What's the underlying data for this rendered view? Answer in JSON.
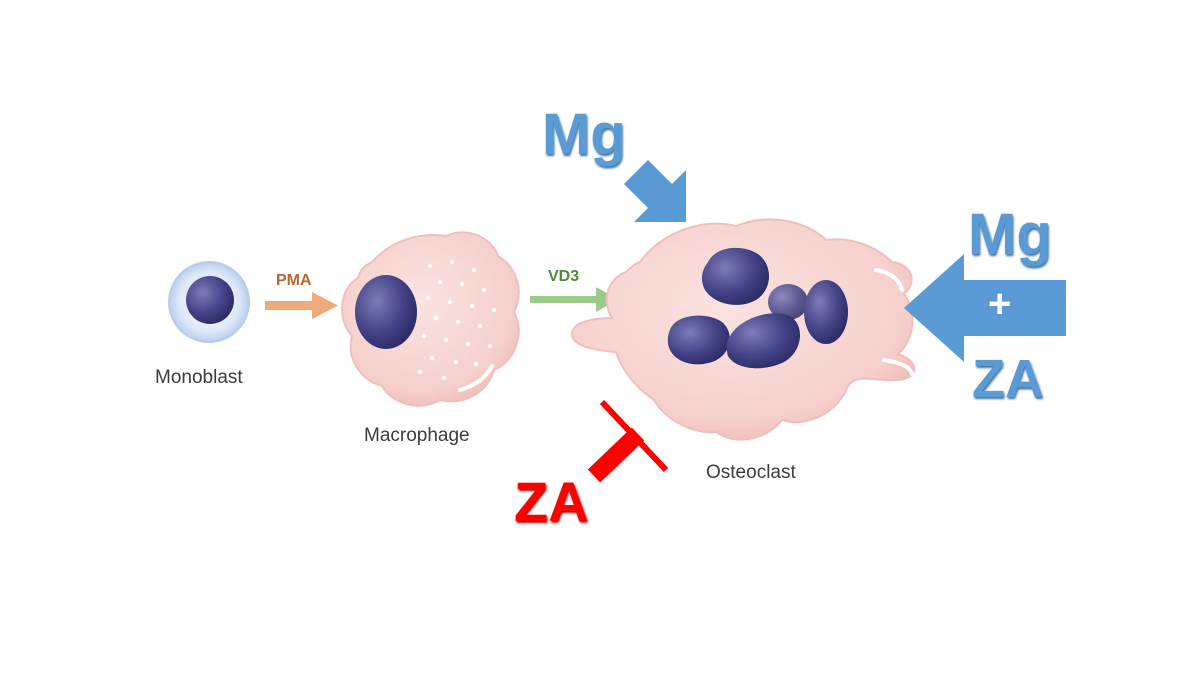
{
  "cells": {
    "monoblast": "Monoblast",
    "macrophage": "Macrophage",
    "osteoclast": "Osteoclast"
  },
  "arrows": {
    "pma": "PMA",
    "vd3": "VD3"
  },
  "treatments": {
    "mg_top": "Mg",
    "mg_right": "Mg",
    "plus": "+",
    "za_right": "ZA",
    "za_inhibit": "ZA"
  },
  "colors": {
    "pma": "#e0915a",
    "pma_text": "#b8672e",
    "vd3": "#8fc07a",
    "vd3_text": "#4f8a3a",
    "mg": "#5b9bd5",
    "za_inhibit": "#ff0000",
    "nucleus": "#3f3f7f",
    "cell_pink": "#f6d2cf",
    "monoblast_halo": "#d6e4f6"
  }
}
